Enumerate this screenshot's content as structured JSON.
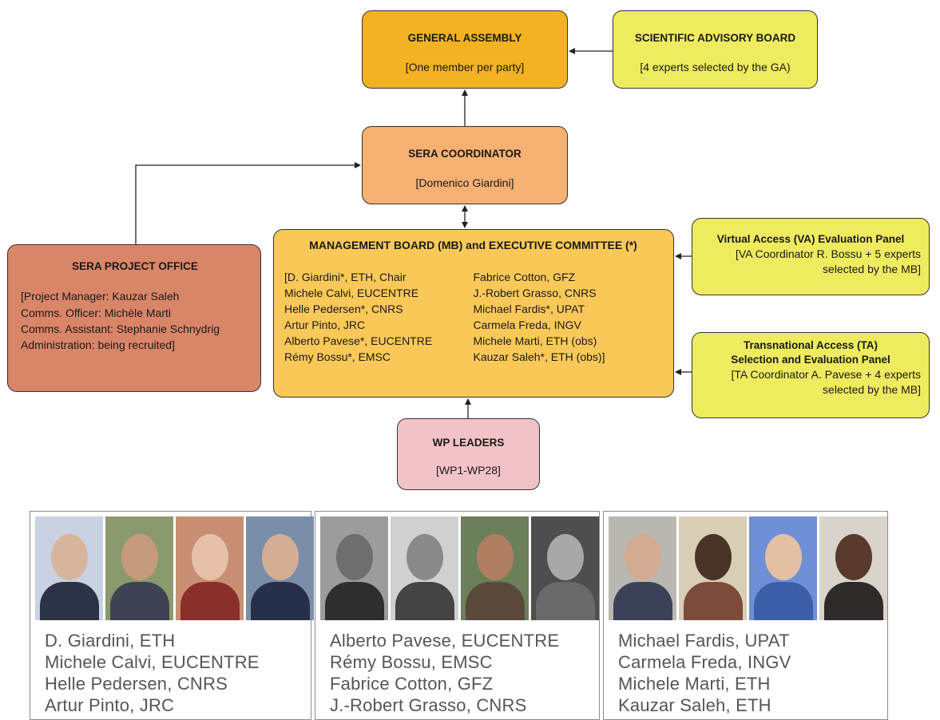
{
  "general_assembly": {
    "title": "GENERAL ASSEMBLY",
    "sub": "[One member per party]"
  },
  "advisory_board": {
    "title": "SCIENTIFIC ADVISORY BOARD",
    "sub": "[4 experts selected by the GA)"
  },
  "coordinator": {
    "title": "SERA COORDINATOR",
    "sub": "[Domenico Giardini]"
  },
  "project_office": {
    "title": "SERA PROJECT OFFICE",
    "lines": [
      "[Project Manager: Kauzar Saleh",
      "Comms. Officer: Michèle Marti",
      "Comms. Assistant: Stephanie Schnydrig",
      "Administration: being recruited]"
    ]
  },
  "management_board": {
    "title": "MANAGEMENT BOARD (MB) and EXECUTIVE COMMITTEE (*)",
    "left": [
      "[D. Giardini*, ETH, Chair",
      "Michele Calvi, EUCENTRE",
      "Helle Pedersen*, CNRS",
      "Artur Pinto, JRC",
      "Alberto Pavese*, EUCENTRE",
      "Rémy Bossu*, EMSC"
    ],
    "right": [
      "Fabrice Cotton, GFZ",
      "J.-Robert Grasso, CNRS",
      "Michael Fardis*, UPAT",
      "Carmela Freda, INGV",
      "Michele Marti, ETH (obs)",
      "Kauzar Saleh*, ETH (obs)]"
    ]
  },
  "va_panel": {
    "title": "Virtual Access (VA) Evaluation Panel",
    "lines": [
      "[VA Coordinator R. Bossu + 5 experts",
      "selected by the MB]"
    ]
  },
  "ta_panel": {
    "title1": "Transnational Access (TA)",
    "title2": "Selection and Evaluation Panel",
    "lines": [
      "[TA Coordinator A. Pavese + 4 experts",
      "selected by the MB]"
    ]
  },
  "wp_leaders": {
    "title": "WP LEADERS",
    "sub": "[WP1-WP28]"
  },
  "photo_panels": [
    {
      "names": [
        "D. Giardini, ETH",
        "Michele Calvi, EUCENTRE",
        "Helle Pedersen, CNRS",
        "Artur Pinto, JRC"
      ]
    },
    {
      "names": [
        "Alberto Pavese, EUCENTRE",
        "Rémy Bossu, EMSC",
        "Fabrice Cotton, GFZ",
        "J.-Robert Grasso, CNRS"
      ]
    },
    {
      "names": [
        "Michael Fardis, UPAT",
        "Carmela Freda, INGV",
        "Michele Marti, ETH",
        "Kauzar Saleh, ETH"
      ]
    }
  ],
  "colors": {
    "general_assembly": "#F2B221",
    "advisory_board": "#EEEB5F",
    "coordinator": "#F5B172",
    "project_office": "#D98568",
    "management_board": "#F9C858",
    "access_panels": "#EEEB5F",
    "wp_leaders": "#F2C3C6"
  }
}
